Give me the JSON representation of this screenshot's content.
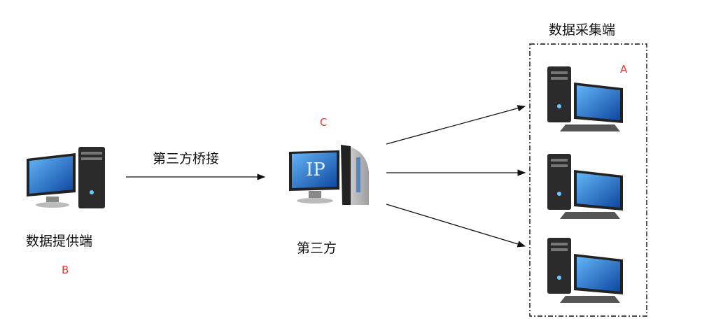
{
  "collector": {
    "title": "数据采集端",
    "tag": "A"
  },
  "provider": {
    "label": "数据提供端",
    "tag": "B"
  },
  "third_party": {
    "label": "第三方",
    "tag": "C",
    "screen_text": "IP"
  },
  "edge": {
    "label": "第三方桥接"
  },
  "colors": {
    "tag": "#e53935",
    "screen": "#1565c0",
    "tower": "#2b2b2b"
  },
  "icons": {
    "computer": "desktop-computer-icon",
    "server": "server-icon"
  }
}
